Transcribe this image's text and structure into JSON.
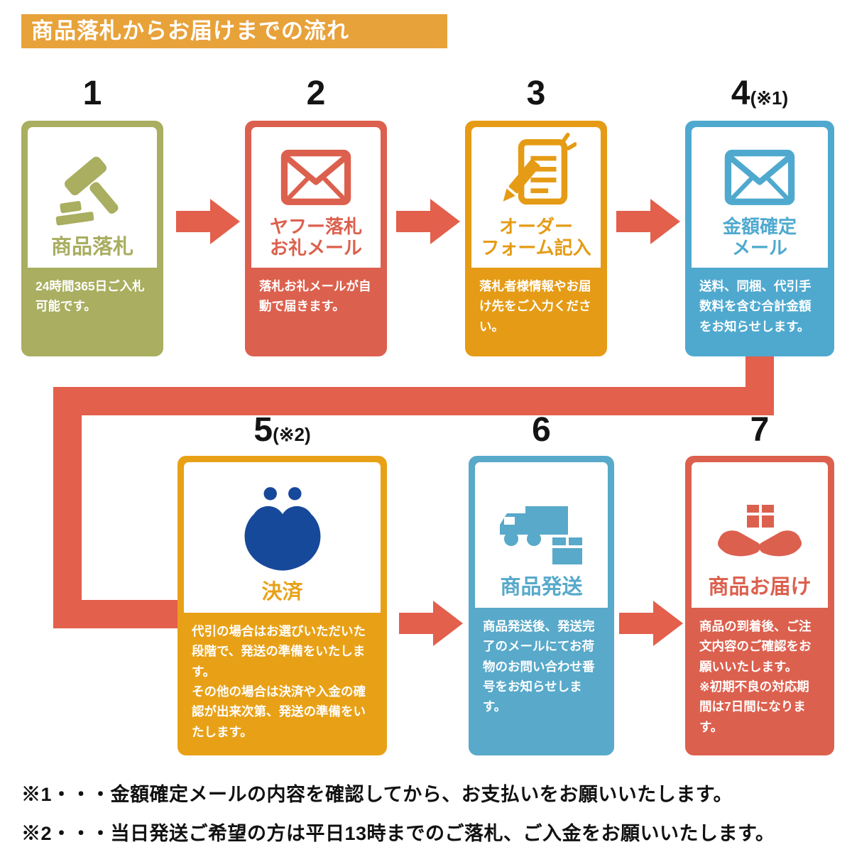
{
  "title": "商品落札からお届けまでの流れ",
  "title_bg": "#E8A23A",
  "arrow_color": "#E2604C",
  "steps": [
    {
      "number": "1",
      "note": "",
      "label": "商品落札",
      "desc": "24時間365日ご入札可能です。",
      "color": "#A9AE60",
      "icon": "gavel-icon"
    },
    {
      "number": "2",
      "note": "",
      "label": "ヤフー落札\nお礼メール",
      "desc": "落札お礼メールが自動で届きます。",
      "color": "#DC604E",
      "icon": "mail-icon"
    },
    {
      "number": "3",
      "note": "",
      "label": "オーダー\nフォーム記入",
      "desc": "落札者様情報やお届け先をご入力ください。",
      "color": "#E59B15",
      "icon": "order-form-pencil-icon"
    },
    {
      "number": "4",
      "note": "(※1)",
      "label": "金額確定\nメール",
      "desc": "送料、同梱、代引手数料を含む合計金額をお知らせします。",
      "color": "#4FA9CF",
      "icon": "mail-icon"
    },
    {
      "number": "5",
      "note": "(※2)",
      "label": "決済",
      "desc": "代引の場合はお選びいただいた段階で、発送の準備をいたします。\nその他の場合は決済や入金の確認が出来次第、発送の準備をいたします。",
      "color": "#E8A117",
      "icon": "coin-purse-icon",
      "icon_color": "#17499B"
    },
    {
      "number": "6",
      "note": "",
      "label": "商品発送",
      "desc": "商品発送後、発送完了のメールにてお荷物のお問い合わせ番号をお知らせします。",
      "color": "#58A9CA",
      "icon": "truck-box-icon"
    },
    {
      "number": "7",
      "note": "",
      "label": "商品お届け",
      "desc": "商品の到着後、ご注文内容のご確認をお願いいたします。\n※初期不良の対応期間は7日間になります。",
      "color": "#DC604E",
      "icon": "hands-holding-package-icon"
    }
  ],
  "footnotes": [
    "※1・・・金額確定メールの内容を確認してから、お支払いをお願いいたします。",
    "※2・・・当日発送ご希望の方は平日13時までのご落札、ご入金をお願いいたします。"
  ]
}
